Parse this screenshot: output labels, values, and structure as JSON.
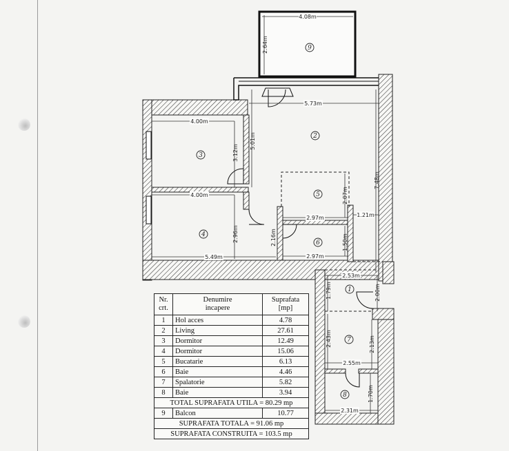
{
  "plan": {
    "rooms": [
      {
        "id": "1",
        "name": "Hol acces"
      },
      {
        "id": "2",
        "name": "Living"
      },
      {
        "id": "3",
        "name": "Dormitor"
      },
      {
        "id": "4",
        "name": "Dormitor"
      },
      {
        "id": "5",
        "name": "Bucatarie"
      },
      {
        "id": "6",
        "name": "Baie"
      },
      {
        "id": "7",
        "name": "Spalatorie"
      },
      {
        "id": "8",
        "name": "Baie"
      },
      {
        "id": "9",
        "name": "Balcon"
      }
    ],
    "dimensions": {
      "balcon_width": "4.08m",
      "balcon_depth": "2.64m",
      "living_width": "5.73m",
      "living_height": "5.01m",
      "living_right": "7.48m",
      "dormitor3_width": "4.00m",
      "dormitor3_height": "3.12m",
      "dormitor4_width": "4.00m",
      "dormitor4_height": "2.96m",
      "dormitor4_bottom": "5.49m",
      "bucatarie_width": "2.97m",
      "bucatarie_height": "2.07m",
      "bucatarie_side": "1.21m",
      "baie6_width": "2.97m",
      "baie6_height": "1.50m",
      "hall_height": "2.16m",
      "hol_width": "2.53m",
      "hol_height": "1.79m",
      "hol_door": "2.00m",
      "spalatorie_height": "2.43m",
      "spalatorie_right": "2.13m",
      "spalatorie_width": "2.55m",
      "baie8_height": "1.70m",
      "baie8_width": "2.31m"
    }
  },
  "table": {
    "headers": {
      "nr": "Nr.\ncrt.",
      "name": "Denumire\nincapere",
      "area": "Suprafata\n[mp]"
    },
    "header_lines": {
      "nr1": "Nr.",
      "nr2": "crt.",
      "name1": "Denumire",
      "name2": "incapere",
      "area1": "Suprafata",
      "area2": "[mp]"
    },
    "rows": [
      {
        "nr": "1",
        "name": "Hol acces",
        "area": "4.78"
      },
      {
        "nr": "2",
        "name": "Living",
        "area": "27.61"
      },
      {
        "nr": "3",
        "name": "Dormitor",
        "area": "12.49"
      },
      {
        "nr": "4",
        "name": "Dormitor",
        "area": "15.06"
      },
      {
        "nr": "5",
        "name": "Bucatarie",
        "area": "6.13"
      },
      {
        "nr": "6",
        "name": "Baie",
        "area": "4.46"
      },
      {
        "nr": "7",
        "name": "Spalatorie",
        "area": "5.82"
      },
      {
        "nr": "8",
        "name": "Baie",
        "area": "3.94"
      }
    ],
    "total_utila": "TOTAL SUPRAFATA UTILA = 80.29 mp",
    "balcon_row": {
      "nr": "9",
      "name": "Balcon",
      "area": "10.77"
    },
    "total": "SUPRAFATA TOTALA = 91.06 mp",
    "construita": "SUPRAFATA CONSTRUITA = 103.5 mp"
  }
}
